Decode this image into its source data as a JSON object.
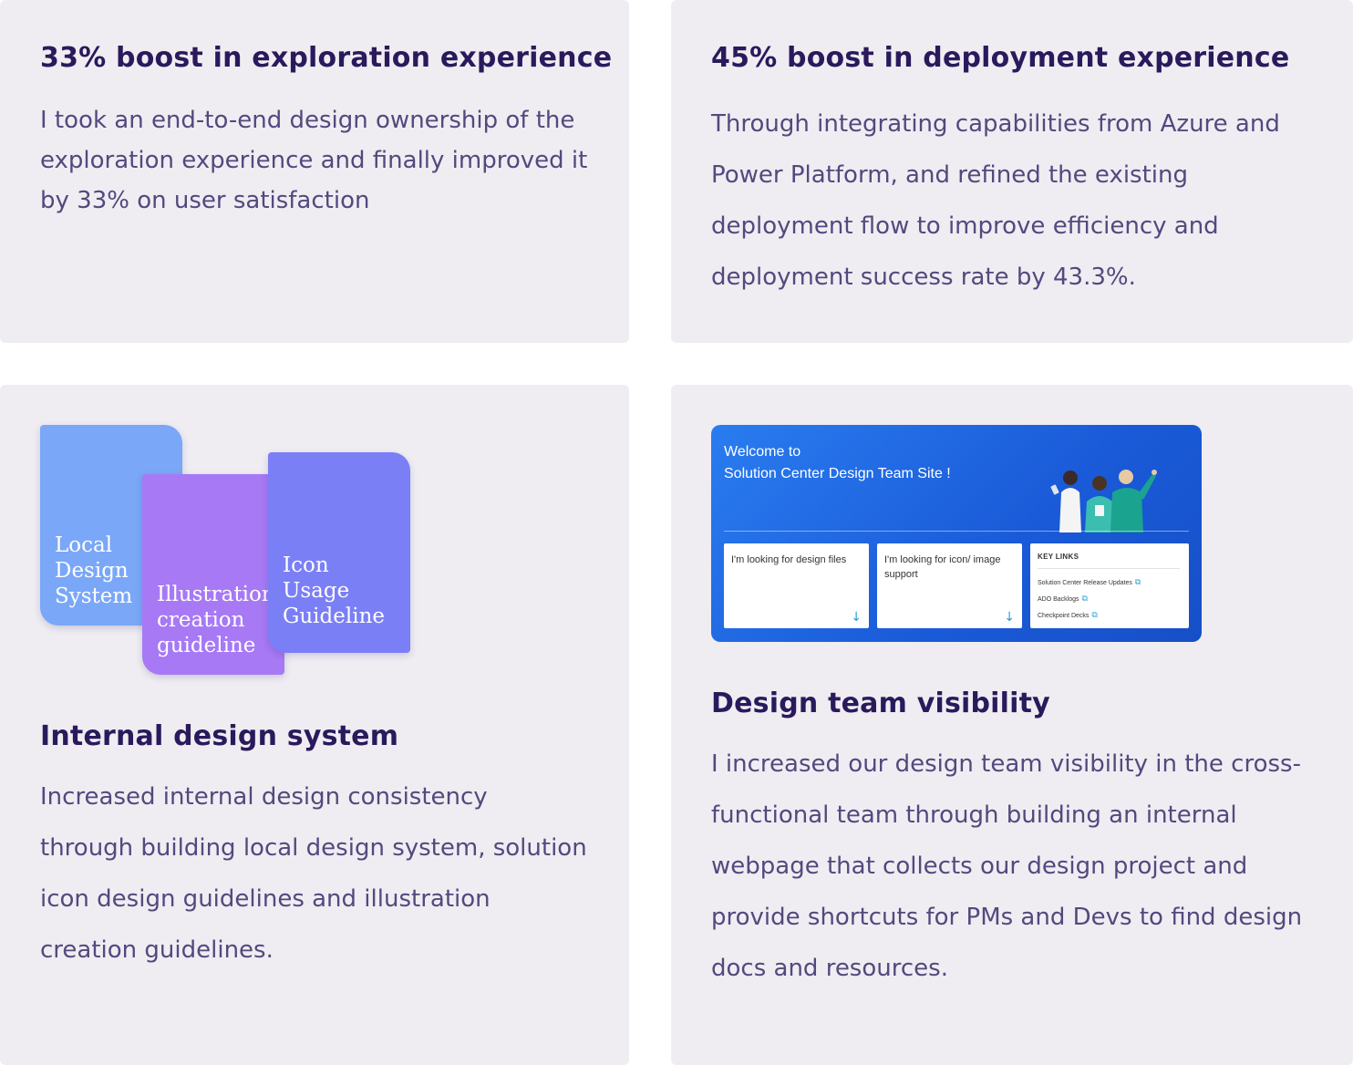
{
  "cards": {
    "exploration": {
      "title": "33% boost in exploration experience",
      "body": "I took an end-to-end design ownership of the exploration experience and finally improved it by 33% on user satisfaction"
    },
    "deployment": {
      "title": "45% boost in deployment experience",
      "body": "Through integrating capabilities from Azure and Power Platform, and refined the existing deployment flow to improve efficiency and deployment success rate by 43.3%."
    },
    "design_system": {
      "title": "Internal design system",
      "body": "Increased internal design consistency through building local design system, solution icon design guidelines and illustration creation guidelines.",
      "docs": {
        "local": "Local\nDesign\nSystem",
        "illustration": "Illustration\ncreation\nguideline",
        "icon": "Icon\nUsage\nGuideline"
      },
      "doc_colors": [
        "#7aa7f7",
        "#a779f5",
        "#7b7ff5"
      ]
    },
    "visibility": {
      "title": "Design team visibility",
      "body": "I increased our design team visibility in the cross-functional team through building an internal webpage that collects our design project and provide shortcuts for PMs and Devs to find design docs and resources.",
      "team_site": {
        "welcome_line1": "Welcome to",
        "welcome_line2": "Solution Center Design Team Site !",
        "panel_files": "I'm looking for design files",
        "panel_icon": "I'm looking for icon/ image support",
        "arrow_icon": "arrow-down-icon",
        "links_heading": "KEY LINKS",
        "links": [
          "Solution Center Release Updates",
          "ADO Backlogs",
          "Checkpoint Decks"
        ],
        "link_icon": "external-link-icon",
        "banner_color": "#1f66e0",
        "accent_color": "#2a9fd6"
      }
    }
  },
  "colors": {
    "card_bg": "#efedf2",
    "title": "#2a1a5c",
    "body": "#55487e"
  }
}
